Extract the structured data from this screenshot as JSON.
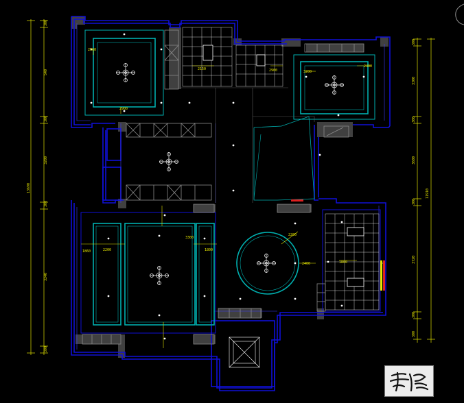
{
  "drawing": {
    "background": "#000000",
    "colors": {
      "wall": "#1010d8",
      "wall_fill": "#404040",
      "ceiling_edge": "#00b0b0",
      "grid": "#ffffff",
      "dimension": "#e6e600",
      "cabinet": "#8c8c8c",
      "light": "#ffffff",
      "accent_red": "#e02020"
    },
    "left_dimensions": [
      "300",
      "540",
      "300",
      "3200",
      "300",
      "3240",
      "300"
    ],
    "left_total": "13690",
    "right_dimensions": [
      "300",
      "3300",
      "300",
      "3600",
      "300",
      "3720",
      "300",
      "300"
    ],
    "right_total": "11910",
    "room_labels": [
      "2960",
      "2900",
      "2150",
      "2900",
      "3200",
      "2400",
      "1860",
      "2200",
      "3300",
      "1800",
      "2200",
      "2400",
      "1800"
    ],
    "stamp_text": "手绘"
  }
}
